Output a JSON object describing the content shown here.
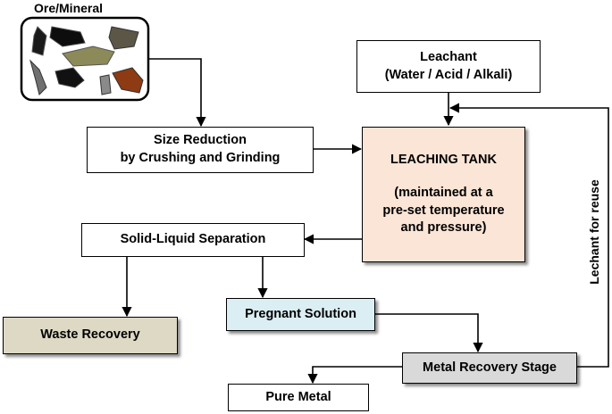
{
  "ore": {
    "title": "Ore/Mineral"
  },
  "nodes": {
    "leachant": {
      "line1": "Leachant",
      "line2": "(Water / Acid / Alkali)"
    },
    "size_reduction": {
      "line1": "Size Reduction",
      "line2": "by Crushing and Grinding"
    },
    "leaching_tank": {
      "title": "LEACHING TANK",
      "line1": "(maintained at a",
      "line2": "pre-set temperature",
      "line3": "and pressure)"
    },
    "separation": {
      "label": "Solid-Liquid Separation"
    },
    "waste": {
      "label": "Waste Recovery"
    },
    "pregnant": {
      "label": "Pregnant Solution"
    },
    "metal_recovery": {
      "label": "Metal Recovery Stage"
    },
    "pure_metal": {
      "label": "Pure Metal"
    }
  },
  "edges": {
    "reuse_label": "Lechant for reuse"
  },
  "colors": {
    "leaching_tank_fill": "#fbe5d6",
    "waste_fill": "#ddd9c4",
    "pregnant_fill": "#daeef3",
    "metal_recovery_fill": "#d9d9d9",
    "line": "#000000"
  }
}
